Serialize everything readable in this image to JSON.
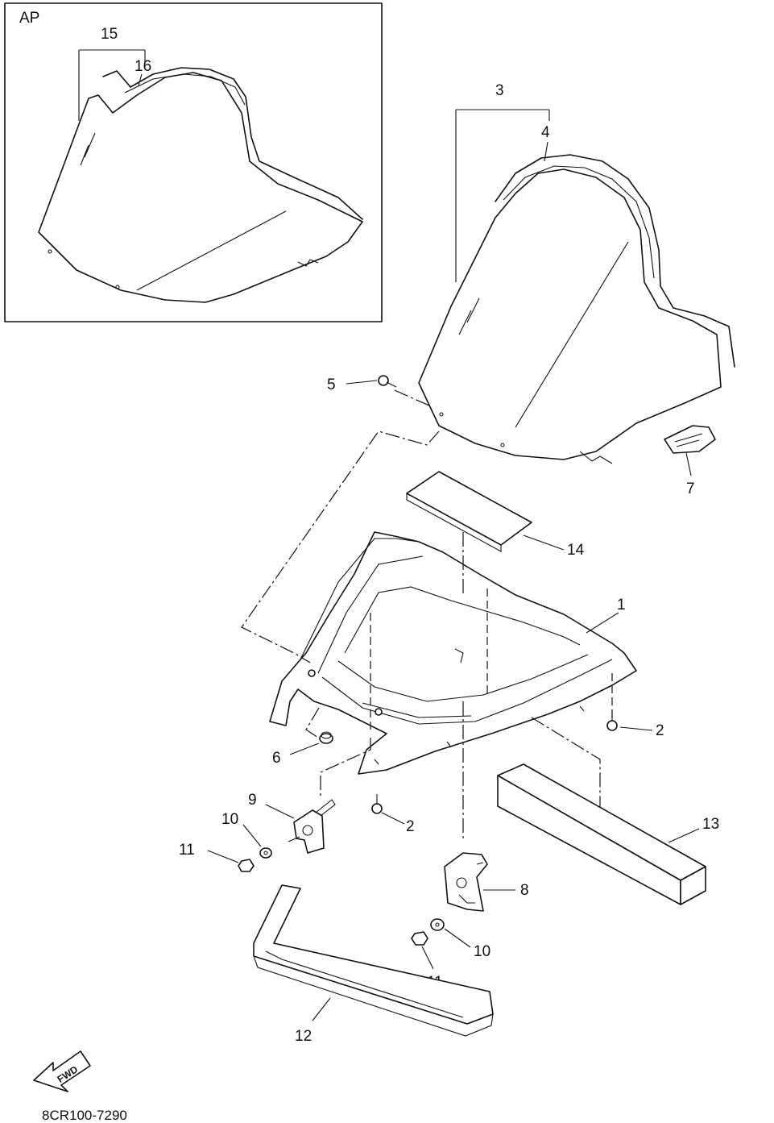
{
  "inset": {
    "label": "AP"
  },
  "callouts": {
    "c1": "1",
    "c2a": "2",
    "c2b": "2",
    "c3": "3",
    "c4": "4",
    "c5": "5",
    "c6": "6",
    "c7": "7",
    "c8": "8",
    "c9": "9",
    "c10a": "10",
    "c10b": "10",
    "c11a": "11",
    "c11b": "11",
    "c12": "12",
    "c13": "13",
    "c14": "14",
    "c15": "15",
    "c16": "16"
  },
  "direction_arrow": {
    "label": "FWD"
  },
  "drawing_code": "8CR100-7290"
}
